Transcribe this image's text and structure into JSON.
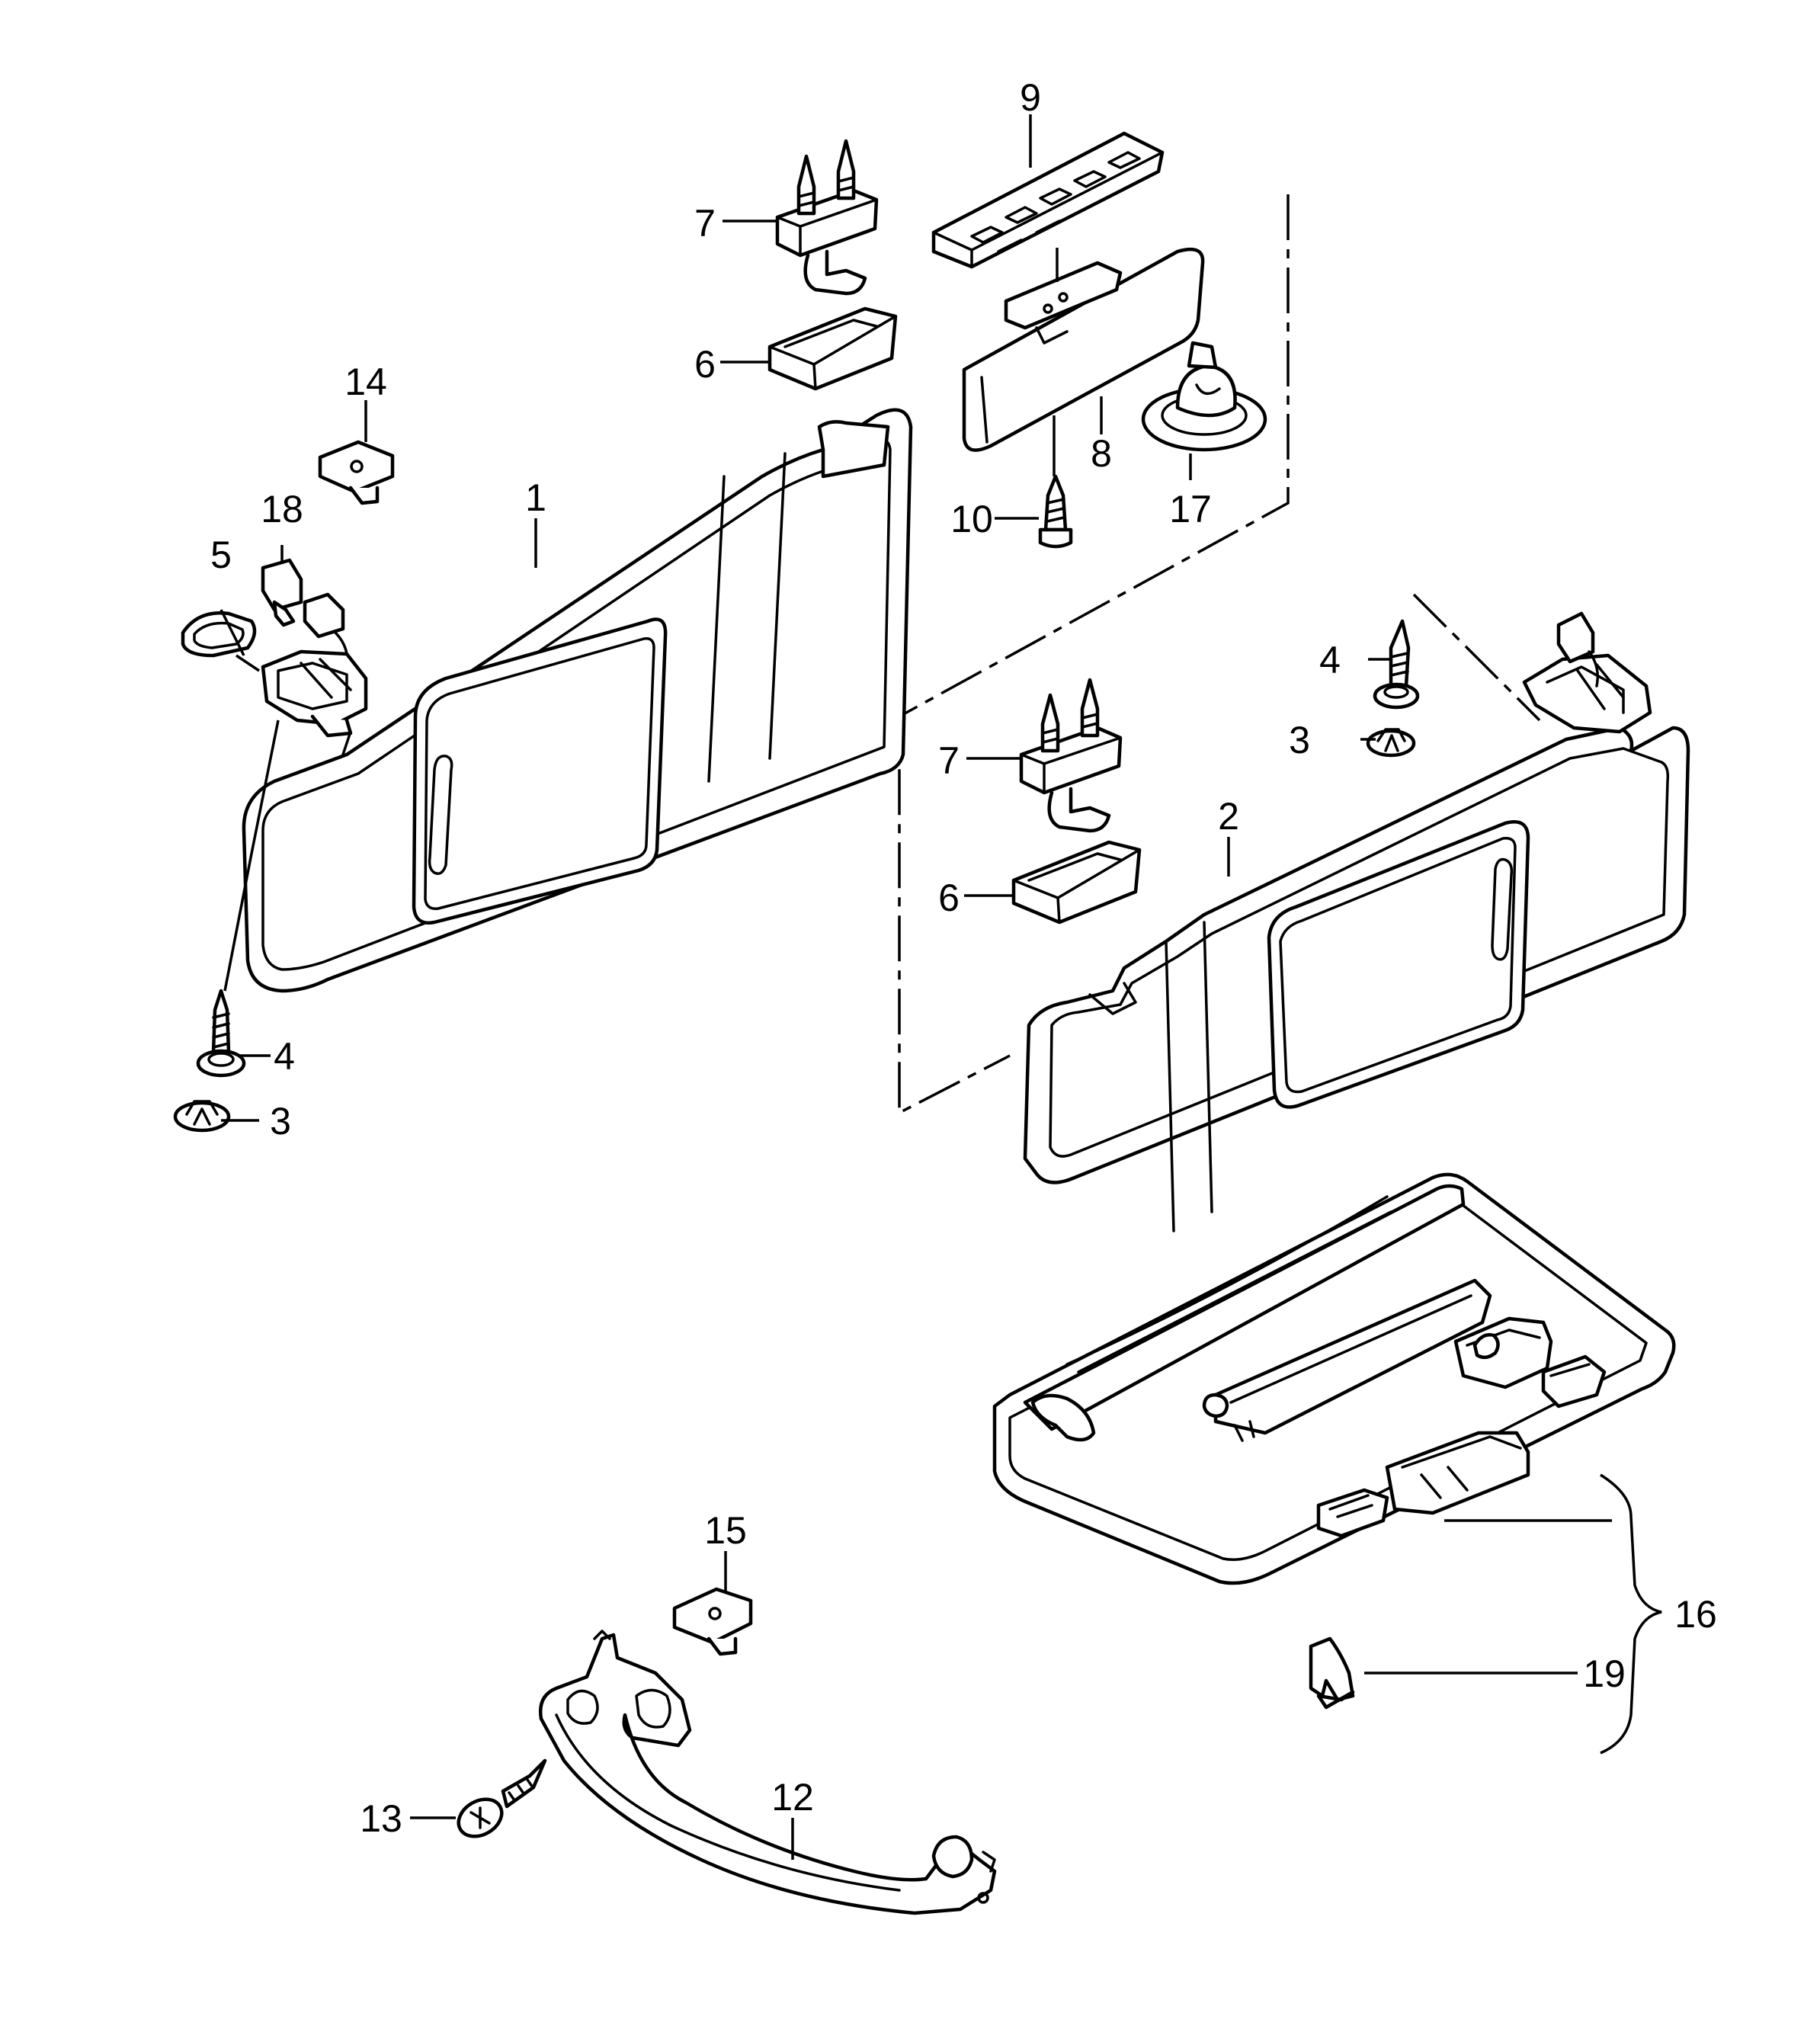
{
  "callouts": {
    "c1": "1",
    "c2": "2",
    "c3a": "3",
    "c3b": "3",
    "c4a": "4",
    "c4b": "4",
    "c5": "5",
    "c6a": "6",
    "c6b": "6",
    "c7a": "7",
    "c7b": "7",
    "c8": "8",
    "c9": "9",
    "c10": "10",
    "c12": "12",
    "c13": "13",
    "c14": "14",
    "c15": "15",
    "c16": "16",
    "c17": "17",
    "c18": "18",
    "c19": "19"
  }
}
